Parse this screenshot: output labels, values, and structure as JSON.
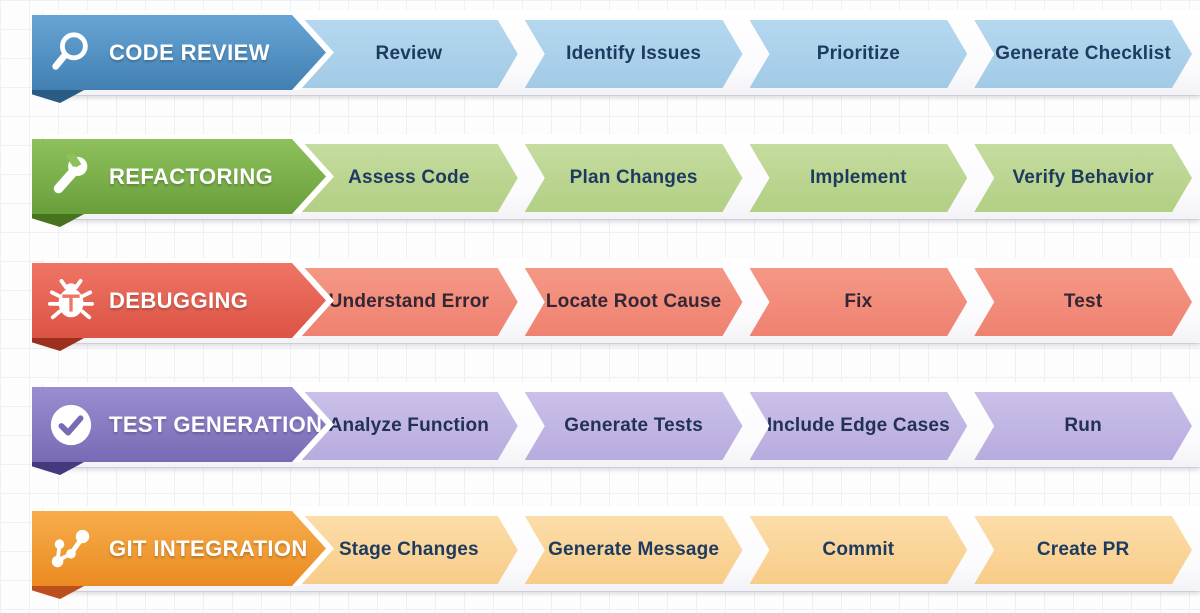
{
  "canvas": {
    "background": "#fdfdfe",
    "grid_line": "#eef0f4"
  },
  "rows": [
    {
      "id": "code-review",
      "label": "CODE REVIEW",
      "icon": "magnifier-icon",
      "colors": {
        "header_top": "#66a5d5",
        "header_bottom": "#4280b3",
        "fold": "#2a5b85",
        "step_bg_top": "#b5d8ef",
        "step_bg_bottom": "#a2cae6",
        "step_text": "#1d3a5f"
      },
      "steps": [
        "Review",
        "Identify Issues",
        "Prioritize",
        "Generate Checklist"
      ]
    },
    {
      "id": "refactoring",
      "label": "REFACTORING",
      "icon": "wrench-icon",
      "colors": {
        "header_top": "#8ec15c",
        "header_bottom": "#699f3b",
        "fold": "#47731f",
        "step_bg_top": "#c5dc9f",
        "step_bg_bottom": "#b2cf84",
        "step_text": "#1d3a5f"
      },
      "steps": [
        "Assess Code",
        "Plan Changes",
        "Implement",
        "Verify Behavior"
      ]
    },
    {
      "id": "debugging",
      "label": "DEBUGGING",
      "icon": "bug-icon",
      "colors": {
        "header_top": "#ef7565",
        "header_bottom": "#dc5344",
        "fold": "#9c301f",
        "step_bg_top": "#f59886",
        "step_bg_bottom": "#ef8170",
        "step_text": "#342634"
      },
      "steps": [
        "Understand Error",
        "Locate Root Cause",
        "Fix",
        "Test"
      ]
    },
    {
      "id": "test-generation",
      "label": "TEST GENERATION",
      "icon": "check-circle-icon",
      "colors": {
        "header_top": "#9a8dd0",
        "header_bottom": "#7a6ab6",
        "fold": "#423a7d",
        "step_bg_top": "#cbc0e9",
        "step_bg_bottom": "#b8abde",
        "step_text": "#223254"
      },
      "steps": [
        "Analyze Function",
        "Generate Tests",
        "Include Edge Cases",
        "Run"
      ]
    },
    {
      "id": "git-integration",
      "label": "GIT INTEGRATION",
      "icon": "git-branch-icon",
      "colors": {
        "header_top": "#f7ad4c",
        "header_bottom": "#ea8b21",
        "fold": "#bd4f1e",
        "step_bg_top": "#fcdda9",
        "step_bg_bottom": "#f8cc88",
        "step_text": "#1d3a5f"
      },
      "steps": [
        "Stage Changes",
        "Generate Message",
        "Commit",
        "Create PR"
      ]
    }
  ]
}
